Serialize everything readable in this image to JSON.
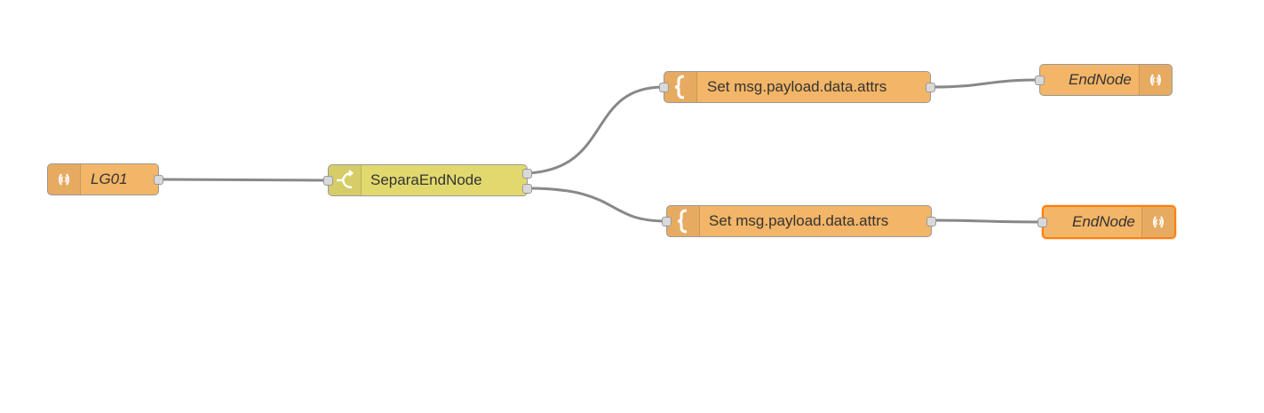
{
  "nodes": {
    "lg01": {
      "label": "LG01",
      "icon": "wifi-icon"
    },
    "separa": {
      "label": "SeparaEndNode",
      "icon": "switch-icon"
    },
    "set1": {
      "label": "Set msg.payload.data.attrs",
      "icon": "brace-icon"
    },
    "set2": {
      "label": "Set msg.payload.data.attrs",
      "icon": "brace-icon"
    },
    "endnode1": {
      "label": "EndNode",
      "icon": "wifi-icon"
    },
    "endnode2": {
      "label": "EndNode",
      "icon": "wifi-icon",
      "selected": true
    }
  },
  "colors": {
    "function_node": "#f3b567",
    "switch_node": "#e2d96e",
    "wire": "#888888",
    "selection": "#ff7f0e"
  }
}
